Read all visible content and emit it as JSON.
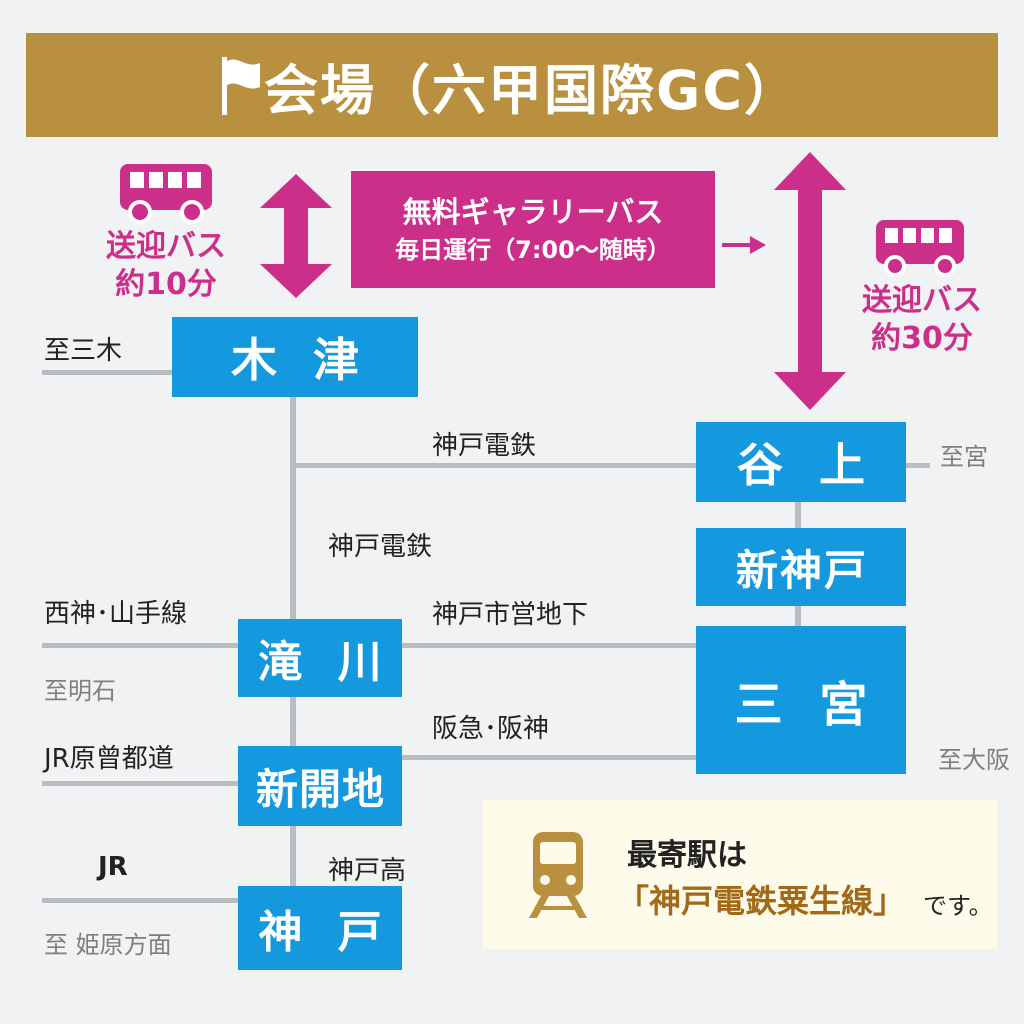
{
  "header": {
    "title": "会場（六甲国際GC）",
    "icon": "flag-icon"
  },
  "shuttle": {
    "line1": "無料ギャラリーバス",
    "line2": "毎日運行（7:00〜随時）"
  },
  "bus_left": {
    "line1": "送迎バス",
    "line2": "約10分",
    "icon": "bus-icon"
  },
  "bus_right": {
    "line1": "送迎バス",
    "line2": "約30分",
    "icon": "bus-icon"
  },
  "stations": {
    "kitsu": "木 津",
    "tanigami": "谷 上",
    "shinkobe": "新神戸",
    "sannomiya": "三 宮",
    "takigawa": "滝 川",
    "shinkaichi": "新開地",
    "kobe": "神 戸"
  },
  "lines": {
    "kobe_dentetsu_1": "神戸電鉄",
    "kobe_dentetsu_2": "神戸電鉄",
    "subway": "神戸市営地下",
    "hankyu_hanshin": "阪急･阪神",
    "kobe_kosoku": "神戸高",
    "seishin": "西神･山手線",
    "jr_line": "JR原曾都道",
    "jr": "JR"
  },
  "destinations": {
    "miki": "至三木",
    "miya": "至宮",
    "akashi": "至明石",
    "osaka": "至大阪",
    "himeji": "至 姫原方面"
  },
  "info": {
    "line1": "最寄駅は",
    "line2": "「神戸電鉄粟生線」",
    "line3": "です。",
    "icon": "train-icon"
  },
  "colors": {
    "accent_gold": "#b8903f",
    "station_blue": "#1499de",
    "magenta": "#cc2f8a",
    "rail_grey": "#b9bcc0"
  }
}
